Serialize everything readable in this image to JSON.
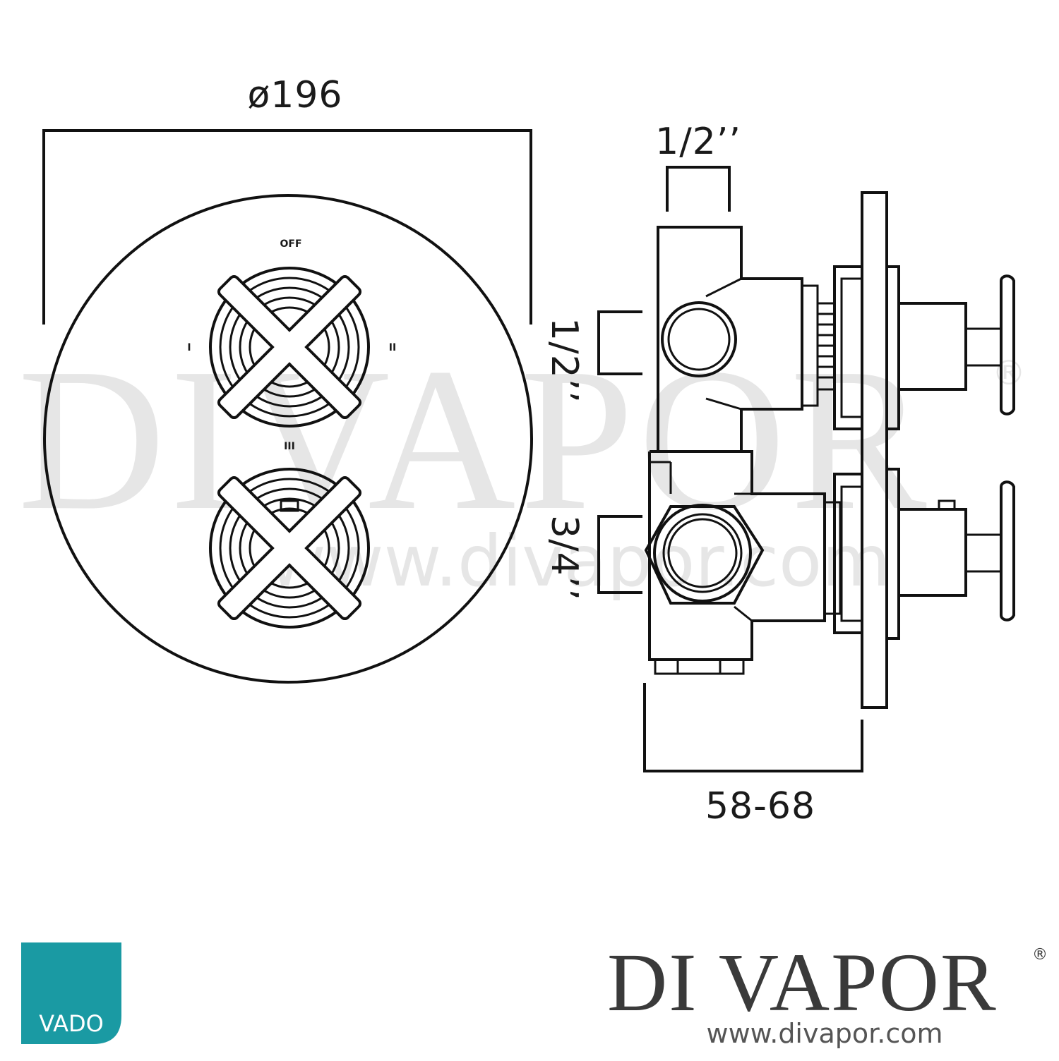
{
  "dimensions": {
    "diameter": "ø196",
    "top_inlet": "1/2’’",
    "side_inlet": "1/2’’",
    "bottom_inlet": "3/4’’",
    "depth": "58-68"
  },
  "dial_labels": {
    "off": "OFF",
    "one": "I",
    "two": "II",
    "three": "III"
  },
  "watermark": {
    "large": "DIVAPOR",
    "registered": "®",
    "url": "www.divapor.com"
  },
  "footer": {
    "vado_logo_text": "VADO",
    "brand_name": "DI VAPOR",
    "brand_registered": "®",
    "brand_url": "www.divapor.com"
  },
  "colors": {
    "vado_teal": "#1a9aa3",
    "line": "#111111",
    "watermark": "#e6e6e6"
  }
}
